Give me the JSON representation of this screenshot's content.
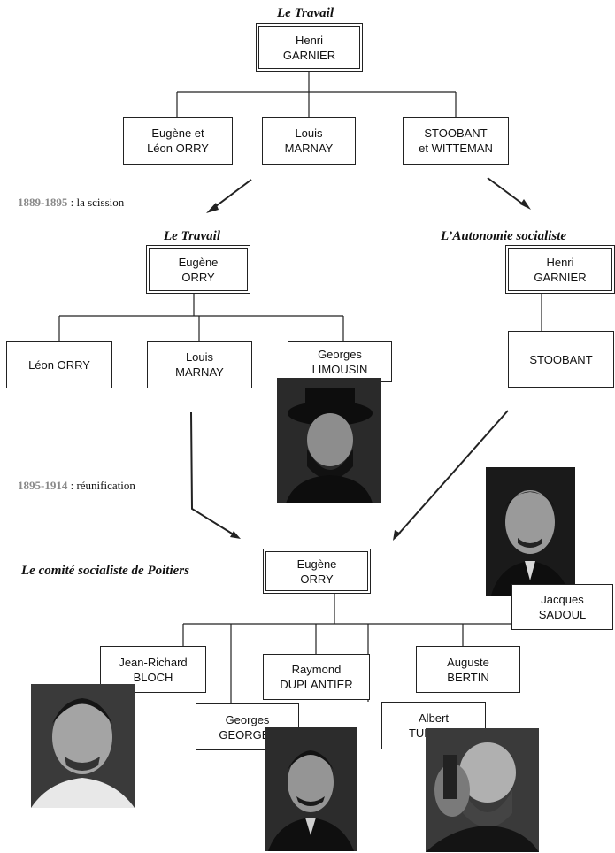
{
  "section1": {
    "title": "Le Travail",
    "root": {
      "line1": "Henri",
      "line2": "GARNIER"
    },
    "children": [
      {
        "line1": "Eugène et",
        "line2": "Léon ORRY"
      },
      {
        "line1": "Louis",
        "line2": "MARNAY"
      },
      {
        "line1": "STOOBANT",
        "line2": "et WITTEMAN"
      }
    ]
  },
  "period1": {
    "years": "1889-1895",
    "text": " : la scission"
  },
  "section2_left": {
    "title": "Le Travail",
    "root": {
      "line1": "Eugène",
      "line2": "ORRY"
    },
    "children": [
      {
        "line1": "Léon ORRY"
      },
      {
        "line1": "Louis",
        "line2": "MARNAY"
      },
      {
        "line1": "Georges",
        "line2": "LIMOUSIN"
      }
    ]
  },
  "section2_right": {
    "title": "L’Autonomie socialiste",
    "root": {
      "line1": "Henri",
      "line2": "GARNIER"
    },
    "child": {
      "line1": "STOOBANT"
    }
  },
  "period2": {
    "years": "1895-1914",
    "text": " : réunification"
  },
  "section3": {
    "title": "Le comité socialiste de Poitiers",
    "root": {
      "line1": "Eugène",
      "line2": "ORRY"
    },
    "children": [
      {
        "line1": "Jean-Richard",
        "line2": "BLOCH"
      },
      {
        "line1": "Georges",
        "line2": "GEORGEL"
      },
      {
        "line1": "Raymond",
        "line2": "DUPLANTIER"
      },
      {
        "line1": "Albert",
        "line2": "TURPAIN"
      },
      {
        "line1": "Auguste",
        "line2": "BERTIN"
      },
      {
        "line1": "Jacques",
        "line2": "SADOUL"
      }
    ]
  },
  "colors": {
    "line": "#222222",
    "period_years": "#8a8a8a",
    "photo_bg": "#1c1c1c"
  }
}
